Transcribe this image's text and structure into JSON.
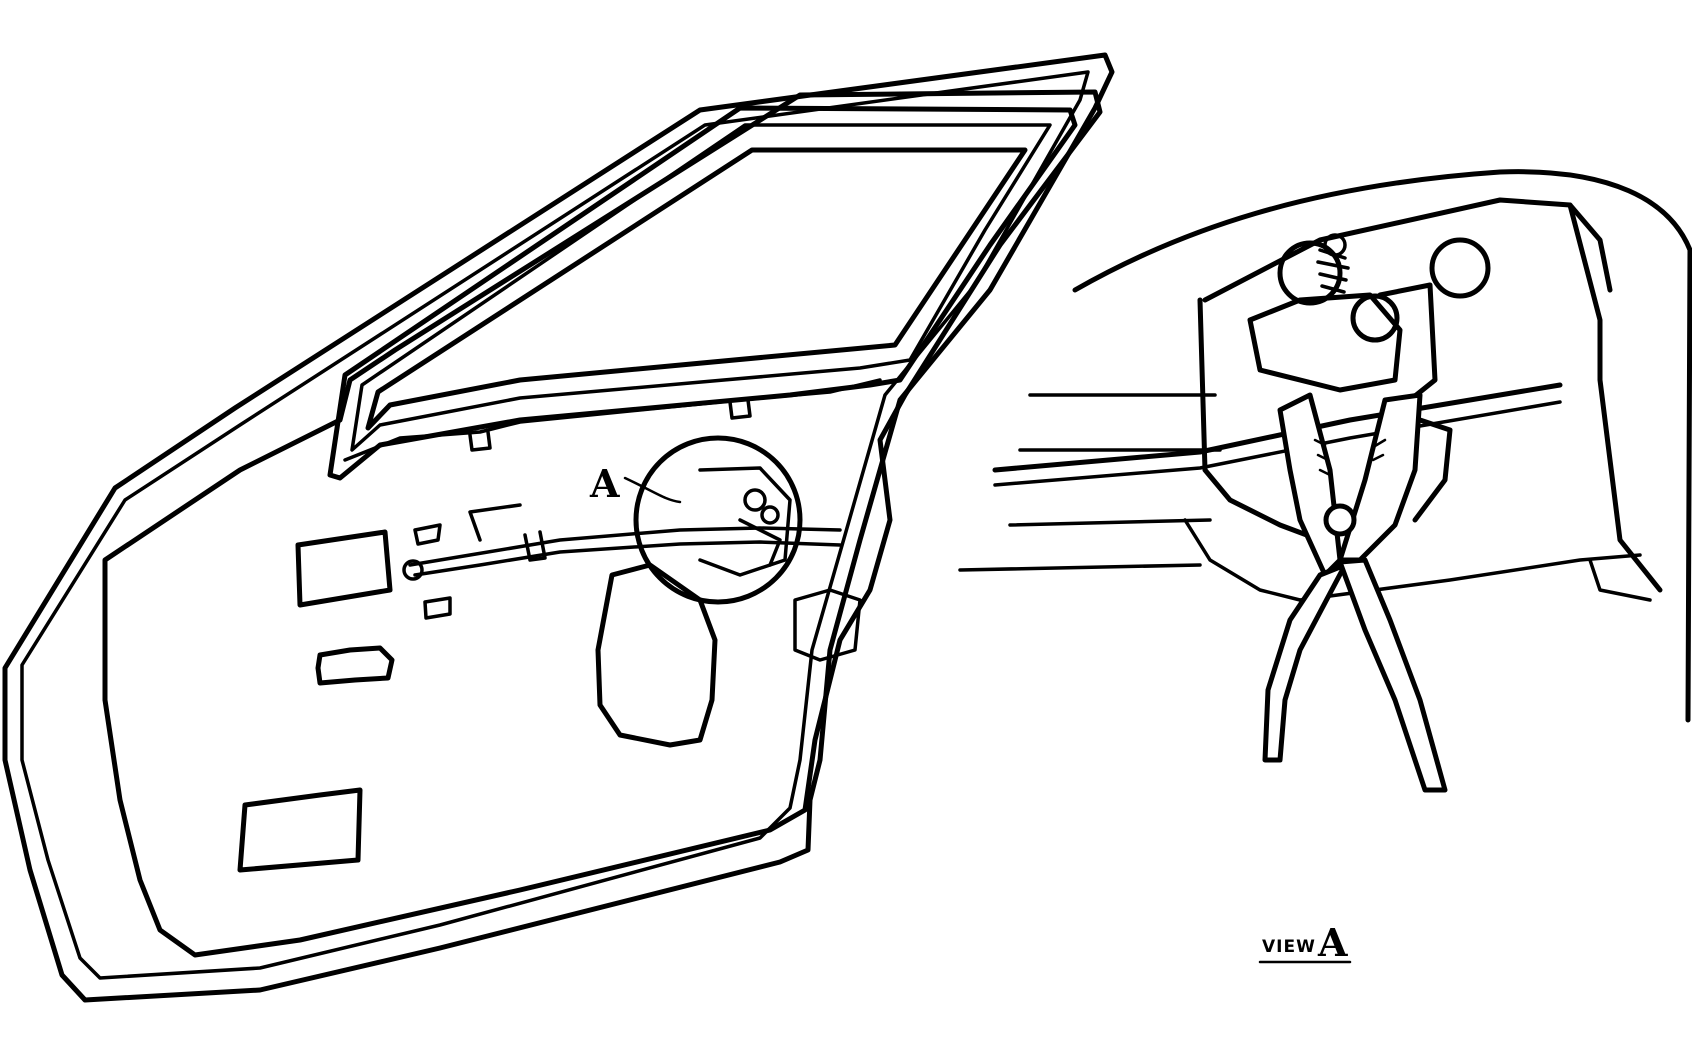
{
  "callout": {
    "label": "A"
  },
  "caption": {
    "word": "VIEW",
    "letter": "A"
  },
  "colors": {
    "ink": "#000000",
    "paper": "#ffffff"
  }
}
